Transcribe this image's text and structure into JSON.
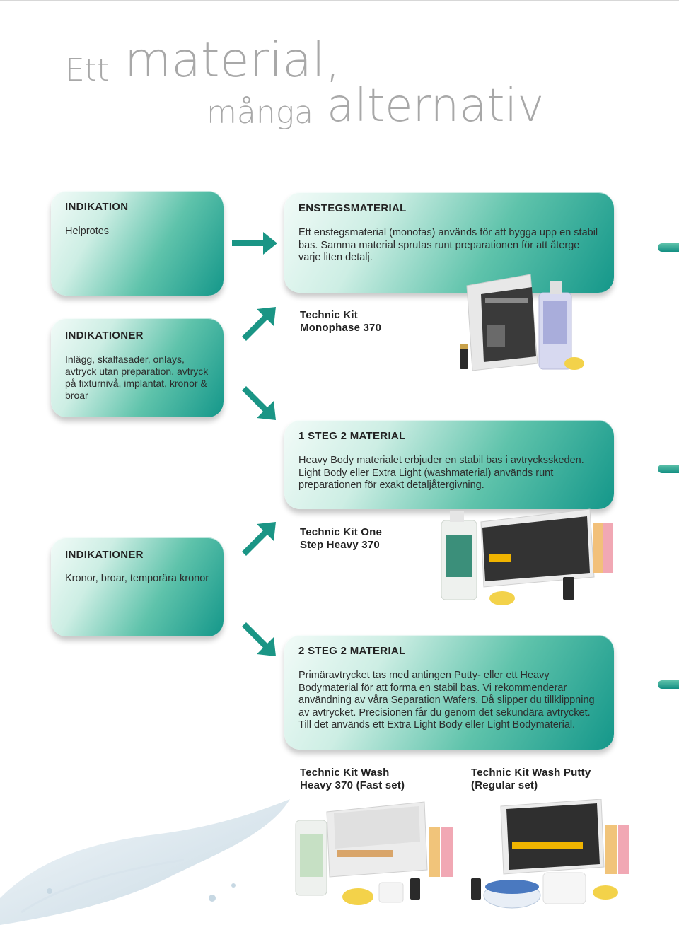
{
  "title": {
    "word1": "Ett",
    "word2": "material,",
    "word3": "många",
    "word4": "alternativ"
  },
  "section1": {
    "indication_head": "INDIKATION",
    "indication_text": "Helprotes",
    "material_head": "ENSTEGSMATERIAL",
    "material_text": "Ett enstegsmaterial (monofas) används för att bygga upp en stabil bas. Samma material sprutas runt preparationen för att återge varje liten detalj."
  },
  "section2": {
    "indication_head": "INDIKATIONER",
    "indication_text": "Inlägg, skalfasader, onlays, avtryck utan preparation, avtryck på fixturnivå, implantat, kronor & broar",
    "product_line1": "Technic Kit",
    "product_line2": "Monophase 370",
    "material_head": "1 STEG 2 MATERIAL",
    "material_text": "Heavy Body materialet erbjuder en stabil bas i avtrycksskeden. Light Body eller Extra Light (washmaterial) används runt preparationen för exakt detaljåtergivning."
  },
  "section3": {
    "indication_head": "INDIKATIONER",
    "indication_text": "Kronor, broar, temporära kronor",
    "product_line1": "Technic Kit One",
    "product_line2": "Step Heavy 370",
    "material_head": "2 STEG 2 MATERIAL",
    "material_text": "Primäravtrycket tas med antingen Putty- eller ett Heavy Bodymaterial för att forma en stabil bas. Vi rekommenderar användning av våra Separation Wafers. Då slipper du tillklippning av avtrycket. Precisionen får du genom det sekundära avtrycket. Till det används ett Extra Light Body eller Light Bodymaterial."
  },
  "products_bottom": {
    "p1_line1": "Technic Kit Wash",
    "p1_line2": "Heavy 370 (Fast set)",
    "p2_line1": "Technic Kit Wash Putty",
    "p2_line2": "(Regular set)"
  },
  "colors": {
    "teal_dark": "#14978a",
    "teal_mid": "#5fc3ab",
    "title_gray": "#a8a8a8"
  },
  "icons": [
    "arrow-right-icon",
    "arrow-up-right-icon",
    "arrow-down-right-icon"
  ]
}
